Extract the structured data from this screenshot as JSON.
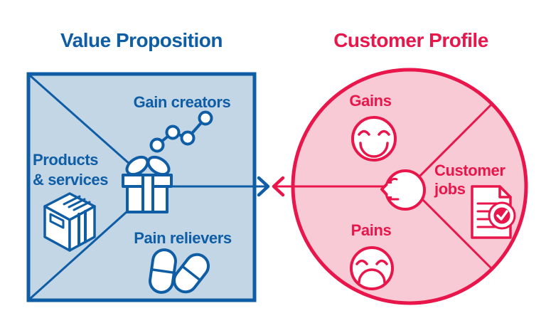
{
  "colors": {
    "blue": "#0e5da5",
    "blue_fill": "#c3d6e5",
    "red": "#e8164b",
    "red_fill": "#f8cad5",
    "white": "#ffffff",
    "background": "#ffffff"
  },
  "value_proposition": {
    "title": "Value Proposition",
    "center_icon": "gift-icon",
    "sections": [
      {
        "id": "gain-creators",
        "label": "Gain creators",
        "icon": "rising-chart-icon"
      },
      {
        "id": "products-services",
        "label_lines": [
          "Products",
          "& services"
        ],
        "icon": "package-box-icon"
      },
      {
        "id": "pain-relievers",
        "label": "Pain relievers",
        "icon": "pills-icon"
      }
    ]
  },
  "customer_profile": {
    "title": "Customer Profile",
    "center_icon": "customer-head-icon",
    "sections": [
      {
        "id": "gains",
        "label": "Gains",
        "icon": "happy-face-icon"
      },
      {
        "id": "customer-jobs",
        "label_lines": [
          "Customer",
          "jobs"
        ],
        "icon": "checklist-document-icon"
      },
      {
        "id": "pains",
        "label": "Pains",
        "icon": "sad-face-icon"
      }
    ]
  },
  "connector": {
    "left_arrowhead": "blue-right-arrowhead-icon",
    "right_arrowhead": "red-left-arrowhead-icon"
  }
}
